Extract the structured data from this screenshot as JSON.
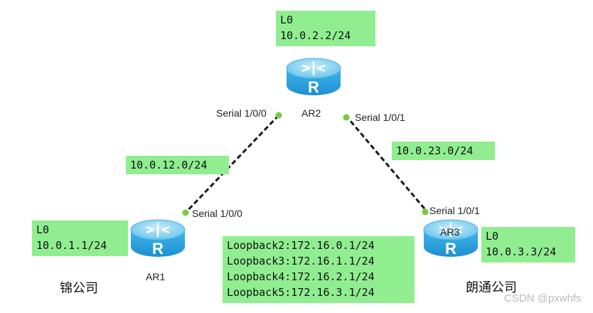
{
  "routers": [
    {
      "name": "AR1",
      "icon": "router-icon"
    },
    {
      "name": "AR2",
      "icon": "router-icon"
    },
    {
      "name": "AR3",
      "icon": "router-icon"
    }
  ],
  "links": [
    {
      "from": "AR2",
      "from_port": "Serial 1/0/0",
      "to": "AR1",
      "to_port": "Serial 1/0/0",
      "network": "10.0.12.0/24"
    },
    {
      "from": "AR2",
      "from_port": "Serial 1/0/1",
      "to": "AR3",
      "to_port": "Serial 1/0/1",
      "network": "10.0.23.0/24"
    }
  ],
  "loopbacks": {
    "ar1": {
      "name": "L0",
      "ip": "10.0.1.1/24"
    },
    "ar2": {
      "name": "L0",
      "ip": "10.0.2.2/24"
    },
    "ar3": {
      "name": "L0",
      "ip": "10.0.3.3/24"
    }
  },
  "extra_loopbacks": [
    "Loopback2:172.16.0.1/24",
    "Loopback3:172.16.1.1/24",
    "Loopback4:172.16.2.1/24",
    "Loopback5:172.16.3.1/24"
  ],
  "sites": {
    "ar1": "锦公司",
    "ar3": "朗通公司"
  },
  "watermark": "CSDN @pxwhfs",
  "colors": {
    "label_bg": "#90ee90",
    "link_dot": "#7ac943",
    "router_top": "#7fd0f5",
    "router_body": "#29a8e6"
  }
}
